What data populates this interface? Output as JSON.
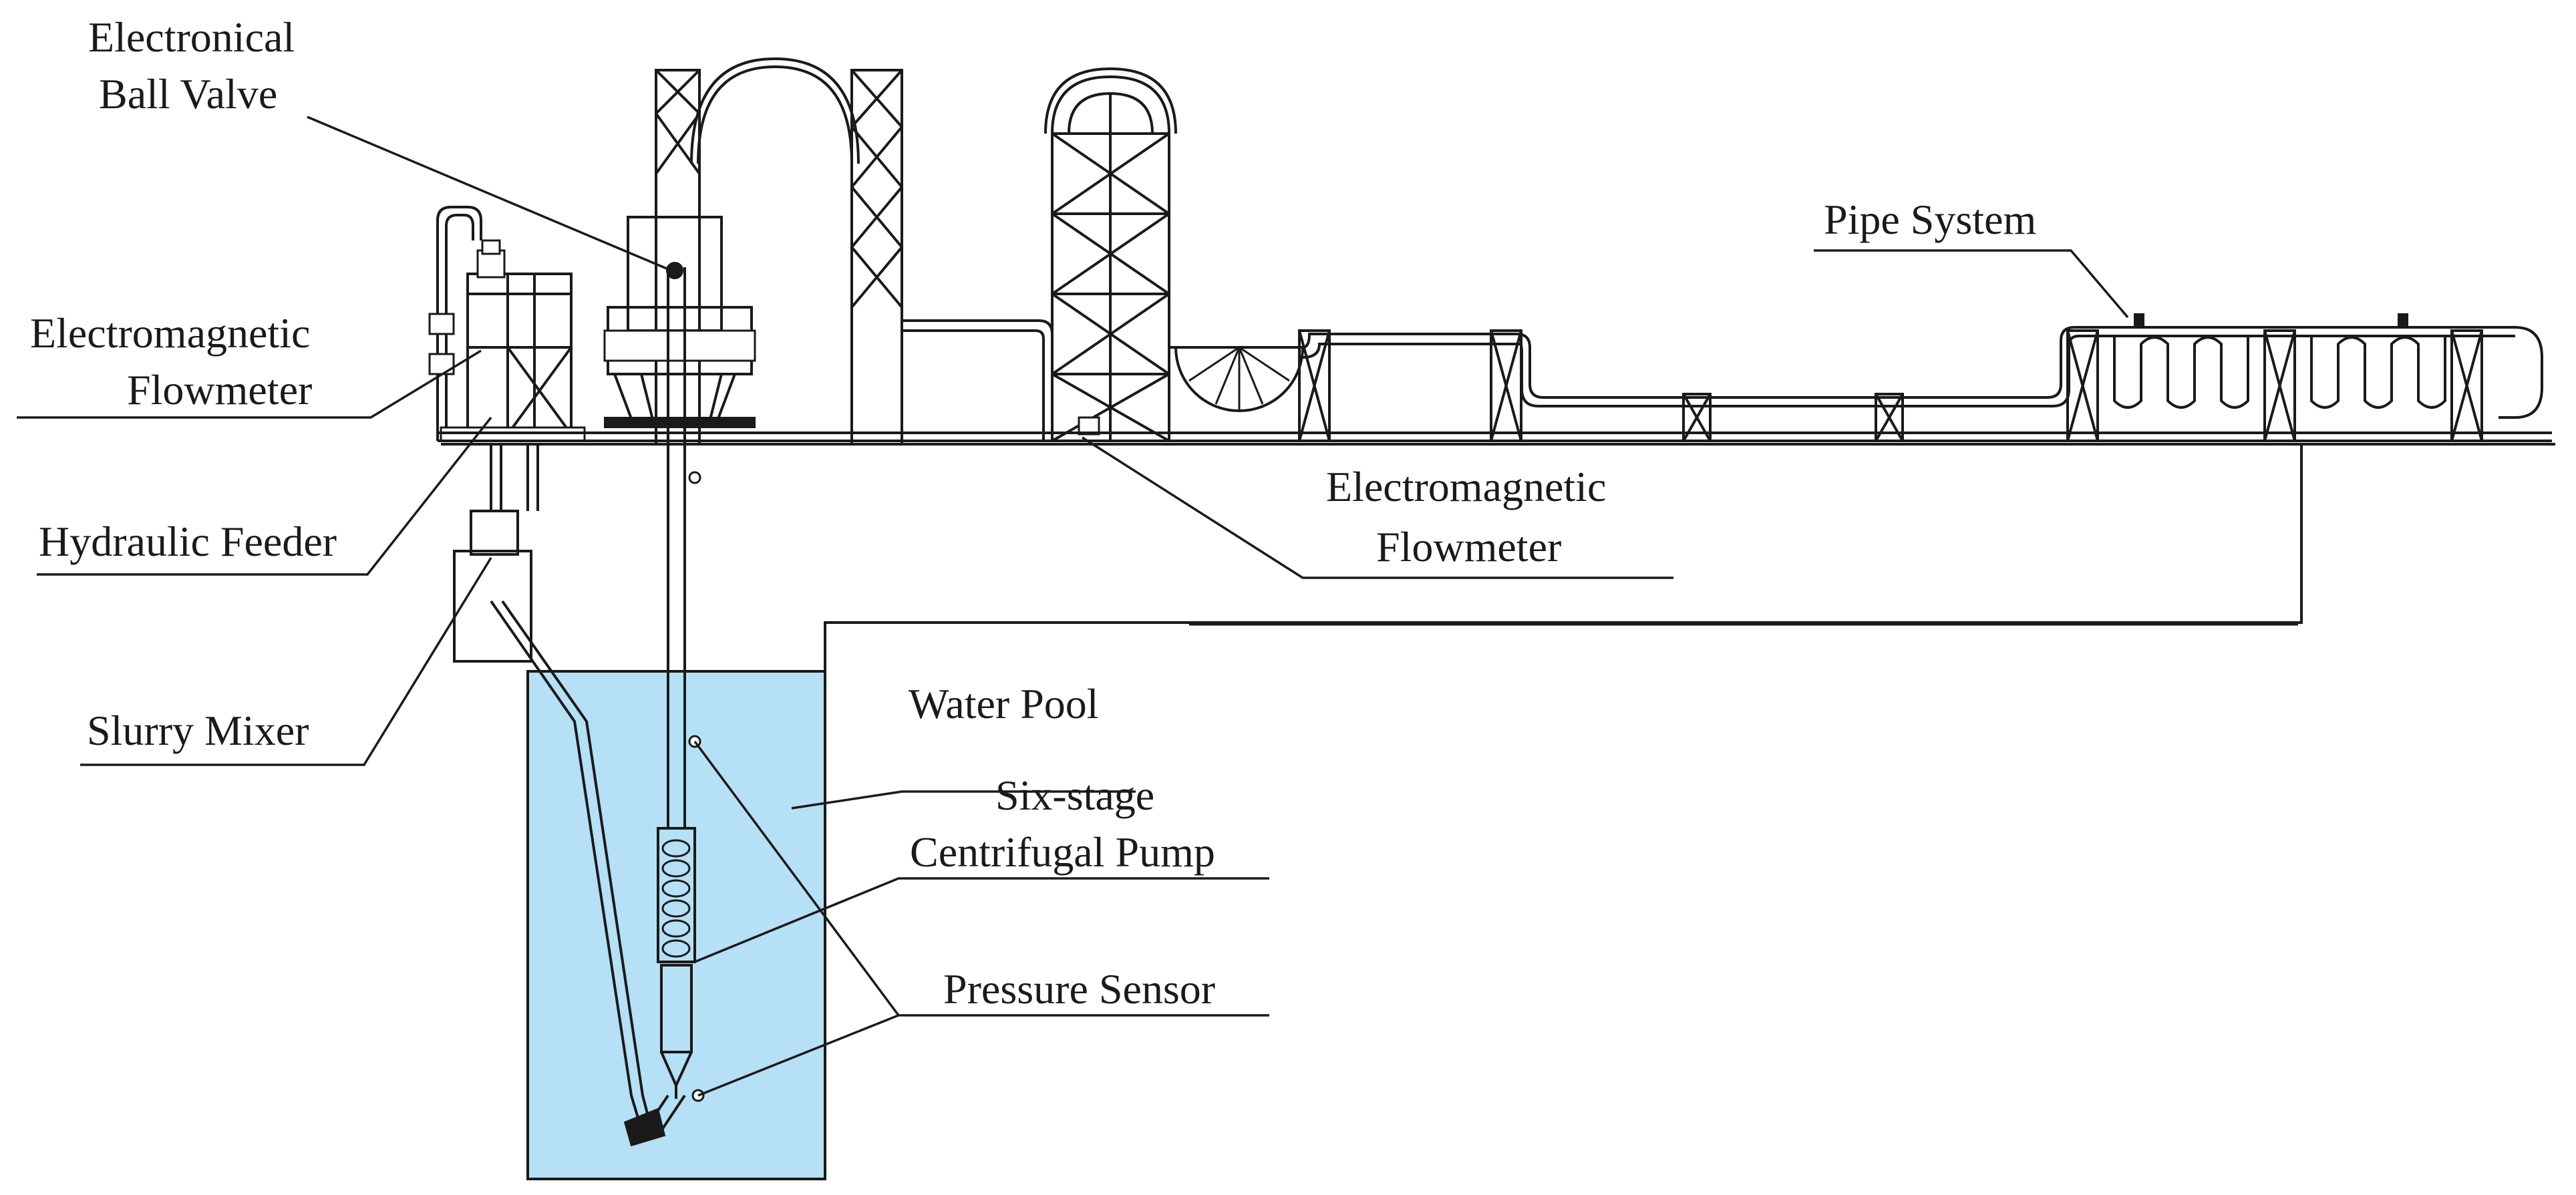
{
  "labels": {
    "ball_valve_line1": "Electronical",
    "ball_valve_line2": "Ball Valve",
    "flowmeter_left_line1": "Electromagnetic",
    "flowmeter_left_line2": "Flowmeter",
    "hydraulic_feeder": "Hydraulic Feeder",
    "slurry_mixer": "Slurry Mixer",
    "flowmeter_mid_line1": "Electromagnetic",
    "flowmeter_mid_line2": "Flowmeter",
    "pipe_system": "Pipe System",
    "water_pool": "Water Pool",
    "pump_line1": "Six-stage",
    "pump_line2": "Centrifugal Pump",
    "pressure_sensor": "Pressure Sensor"
  },
  "colors": {
    "line": "#1a1a1a",
    "water": "#b5e0f5",
    "background": "#ffffff"
  }
}
